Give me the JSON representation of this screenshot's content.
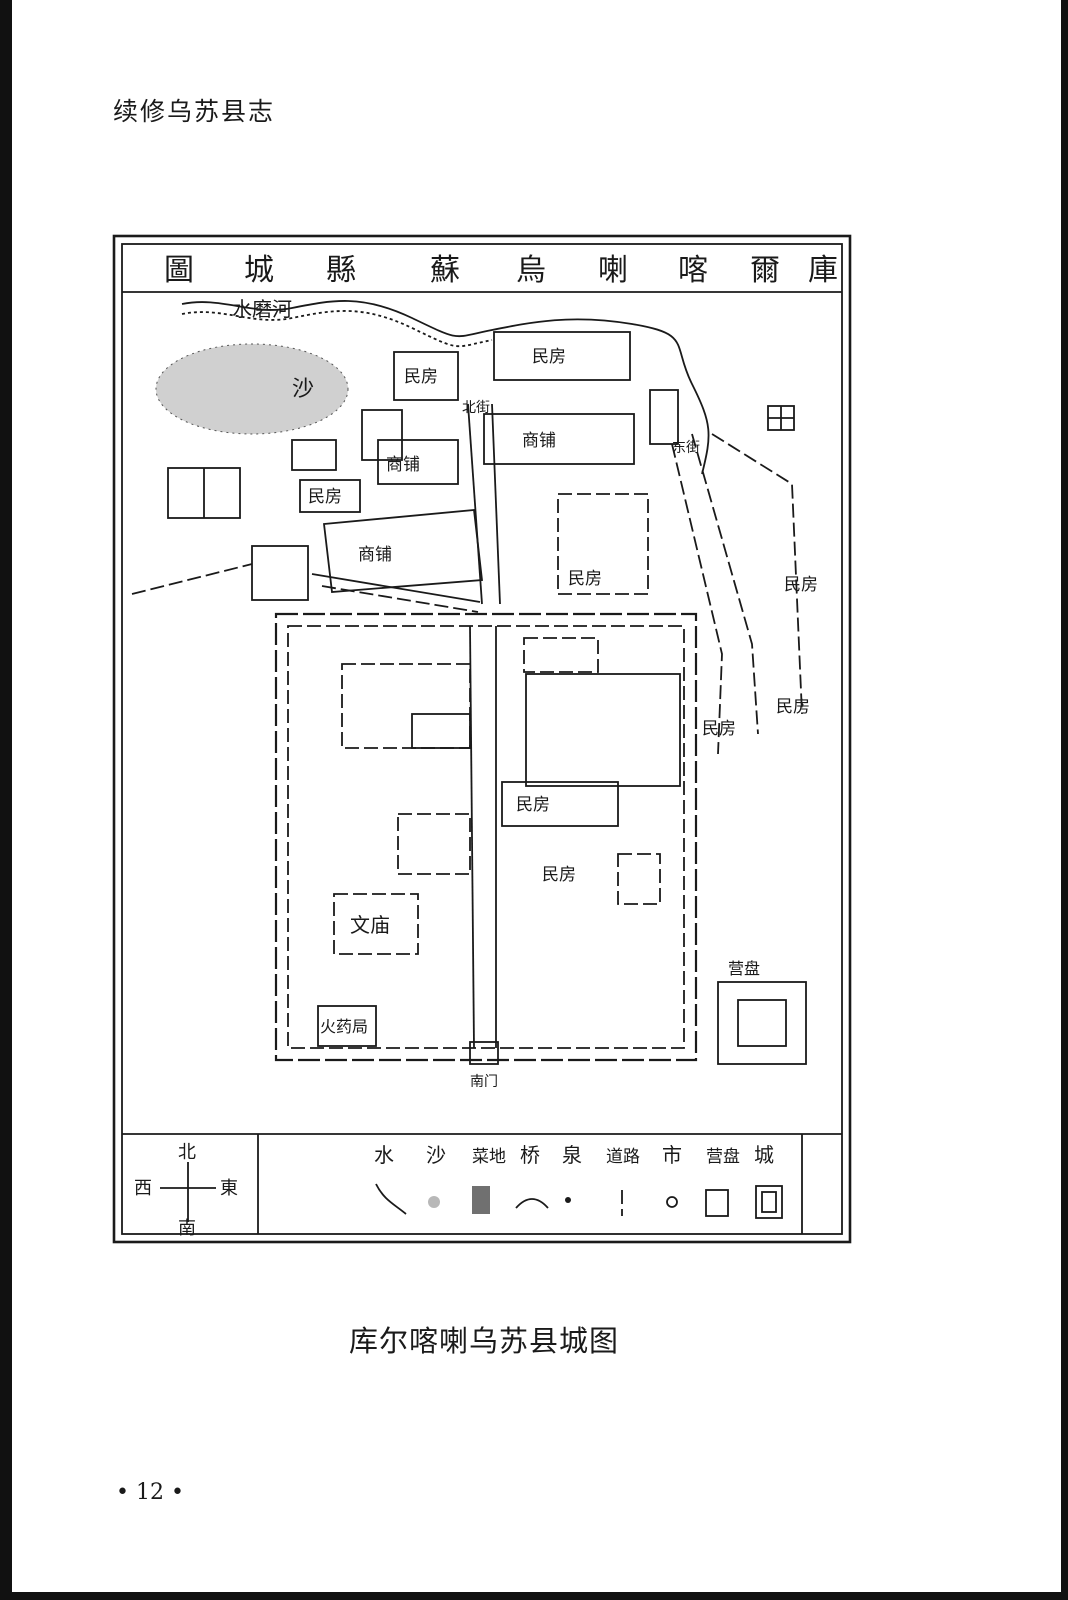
{
  "page": {
    "running_head": "续修乌苏县志",
    "caption": "库尔喀喇乌苏县城图",
    "folio": "• 12 •"
  },
  "map": {
    "title": "庫爾喀喇烏蘇縣城圖",
    "river": "水磨河",
    "sand": "沙",
    "labels": {
      "minfang": "民房",
      "shangpu": "商铺",
      "wenmiao": "文庙",
      "huoyaoju": "火药局",
      "nanmen": "南门",
      "beijie": "北街",
      "dongjie": "东街",
      "yingpan": "营盘"
    },
    "compass": {
      "north": "北",
      "south": "南",
      "east": "東",
      "west": "西"
    },
    "legend": [
      {
        "label": "水",
        "symbol": "river"
      },
      {
        "label": "沙",
        "symbol": "sand"
      },
      {
        "label": "菜地",
        "symbol": "field"
      },
      {
        "label": "桥",
        "symbol": "bridge"
      },
      {
        "label": "泉",
        "symbol": "spring"
      },
      {
        "label": "道路",
        "symbol": "road"
      },
      {
        "label": "市",
        "symbol": "market"
      },
      {
        "label": "营盘",
        "symbol": "camp"
      },
      {
        "label": "城",
        "symbol": "city"
      }
    ]
  }
}
